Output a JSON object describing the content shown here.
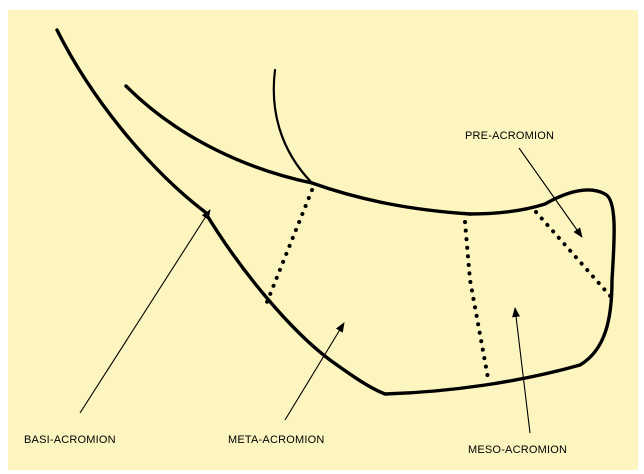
{
  "labels": {
    "pre_acromion": "PRE-ACROMION",
    "basi_acromion": "BASI-ACROMION",
    "meta_acromion": "META-ACROMION",
    "meso_acromion": "MESO-ACROMION"
  },
  "colors": {
    "background": "#fdf5c0",
    "ink": "#000000"
  }
}
